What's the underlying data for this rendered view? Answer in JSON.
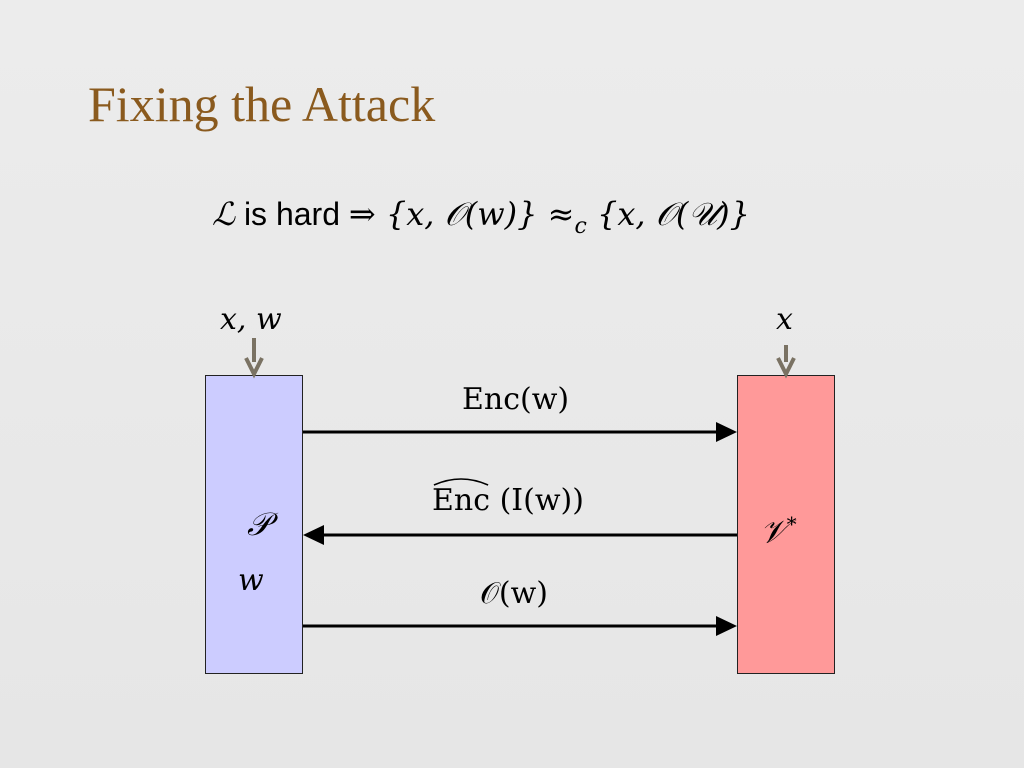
{
  "slide": {
    "title": "Fixing the Attack",
    "title_color": "#8a5a1e",
    "background": "#ebebeb"
  },
  "formula": {
    "language": "ℒ",
    "is_hard": " is hard ",
    "implies": "⇒",
    "lhs": " {x, 𝒪(w)} ",
    "approx": "≈",
    "approx_sub": "c",
    "rhs": " {x, 𝒪(𝒰)}"
  },
  "prover": {
    "input": "x, w",
    "symbol": "𝒫",
    "witness": "w",
    "color": "#ccccff"
  },
  "verifier": {
    "input": "x",
    "symbol": "𝒱",
    "symbol_sup": "*",
    "color": "#ff9999"
  },
  "messages": [
    {
      "label": "Enc(w)",
      "direction": "prover-to-verifier"
    },
    {
      "label_main": "Enc",
      "label_rest": " (I(w))",
      "direction": "verifier-to-prover"
    },
    {
      "label": "𝒪(w)",
      "direction": "prover-to-verifier"
    }
  ],
  "colors": {
    "input_arrow": "#7a7263",
    "message_arrow": "#000000"
  }
}
